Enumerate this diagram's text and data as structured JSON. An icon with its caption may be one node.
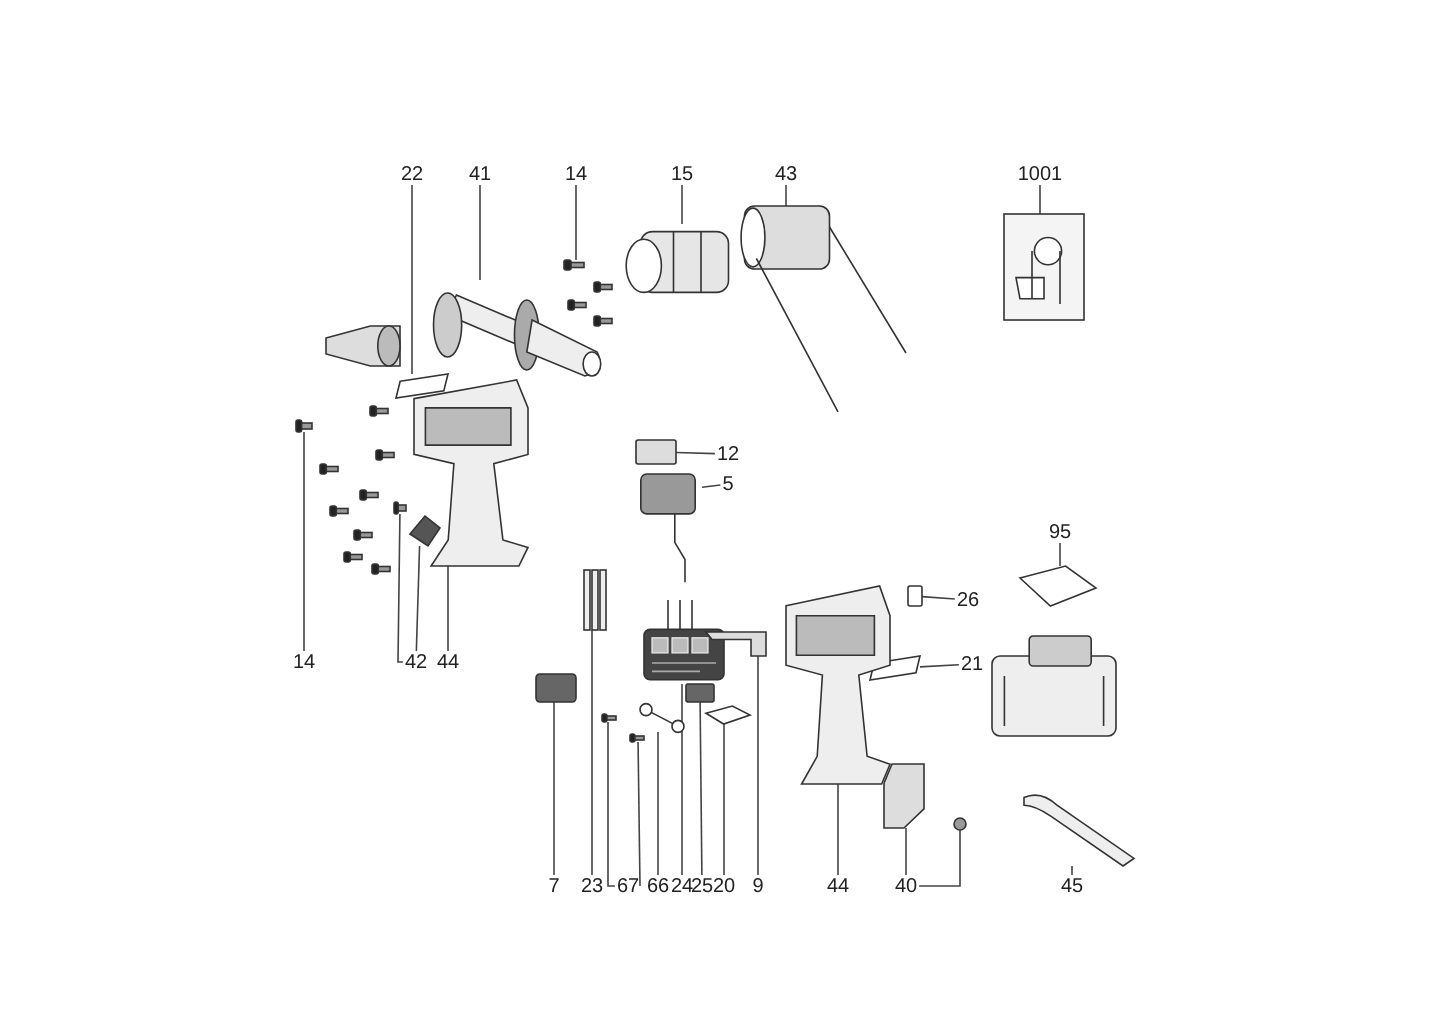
{
  "diagram": {
    "nodes": [
      {
        "text": [
          "22"
        ]
      },
      {
        "text": [],
        "shape": "bar"
      },
      {
        "text": [
          "41"
        ]
      },
      {
        "text": [],
        "shape": "picture"
      },
      {
        "text": [
          "14"
        ]
      },
      {
        "text": [],
        "shape": "picture"
      },
      {
        "text": [
          "15"
        ]
      },
      {
        "text": [],
        "shape": "picture"
      },
      {
        "text": [
          "43"
        ]
      },
      {
        "text": [],
        "shape": "picture"
      },
      {
        "text": [
          "1001"
        ]
      },
      {
        "text": [],
        "shape": "picture"
      },
      {
        "text": [
          "12"
        ]
      },
      {
        "text": [],
        "shape": "box"
      },
      {
        "text": [
          "5"
        ]
      },
      {
        "text": [],
        "shape": "picture"
      },
      {
        "text": [
          "95"
        ]
      },
      {
        "text": [],
        "shape": "picture"
      },
      {
        "text": [
          "26"
        ]
      },
      {
        "text": [],
        "shape": "box"
      },
      {
        "text": [
          "21"
        ]
      },
      {
        "text": [],
        "shape": "bar"
      },
      {
        "text": [
          "14"
        ]
      },
      {
        "text": [],
        "shape": "picture"
      },
      {
        "text": [
          "42"
        ]
      },
      {
        "text": [],
        "shape": "picture"
      },
      {
        "text": [],
        "shape": "picture"
      },
      {
        "text": [
          "44"
        ]
      },
      {
        "text": [],
        "shape": "picture"
      },
      {
        "text": [
          "7"
        ]
      },
      {
        "text": [],
        "shape": "picture"
      },
      {
        "text": [
          "23"
        ]
      },
      {
        "text": [],
        "shape": "picture"
      },
      {
        "text": [
          "67"
        ]
      },
      {
        "text": [],
        "shape": "picture"
      },
      {
        "text": [],
        "shape": "picture"
      },
      {
        "text": [
          "66"
        ]
      },
      {
        "text": [],
        "shape": "picture"
      },
      {
        "text": [
          "24"
        ]
      },
      {
        "text": [],
        "shape": "picture"
      },
      {
        "text": [
          "25"
        ]
      },
      {
        "text": [],
        "shape": "box"
      },
      {
        "text": [
          "20"
        ]
      },
      {
        "text": [],
        "shape": "picture"
      },
      {
        "text": [
          "9"
        ]
      },
      {
        "text": [],
        "shape": "picture"
      },
      {
        "text": [
          "44"
        ]
      },
      {
        "text": [],
        "shape": "picture"
      },
      {
        "text": [
          "40"
        ]
      },
      {
        "text": [],
        "shape": "picture"
      },
      {
        "text": [],
        "shape": "circle"
      },
      {
        "text": [
          "45"
        ]
      },
      {
        "text": [],
        "shape": "picture"
      }
    ],
    "edges": [
      {
        "from": 0,
        "to": 1,
        "arrow": "none"
      },
      {
        "from": 2,
        "to": 3,
        "arrow": "none"
      },
      {
        "from": 4,
        "to": 5,
        "arrow": "none"
      },
      {
        "from": 6,
        "to": 7,
        "arrow": "none"
      },
      {
        "from": 8,
        "to": 9,
        "arrow": "none"
      },
      {
        "from": 10,
        "to": 11,
        "arrow": "none"
      },
      {
        "from": 12,
        "to": 13,
        "arrow": "none"
      },
      {
        "from": 14,
        "to": 15,
        "arrow": "none"
      },
      {
        "from": 16,
        "to": 17,
        "arrow": "none"
      },
      {
        "from": 18,
        "to": 19,
        "arrow": "none"
      },
      {
        "from": 20,
        "to": 21,
        "arrow": "none"
      },
      {
        "from": 22,
        "to": 23,
        "arrow": "none"
      },
      {
        "from": 24,
        "to": 25,
        "arrow": "none"
      },
      {
        "from": 24,
        "to": 26,
        "arrow": "none"
      },
      {
        "from": 27,
        "to": 28,
        "arrow": "none"
      },
      {
        "from": 29,
        "to": 30,
        "arrow": "none"
      },
      {
        "from": 31,
        "to": 32,
        "arrow": "none"
      },
      {
        "from": 33,
        "to": 34,
        "arrow": "none"
      },
      {
        "from": 33,
        "to": 35,
        "arrow": "none"
      },
      {
        "from": 36,
        "to": 37,
        "arrow": "none"
      },
      {
        "from": 38,
        "to": 39,
        "arrow": "none"
      },
      {
        "from": 40,
        "to": 41,
        "arrow": "none"
      },
      {
        "from": 42,
        "to": 43,
        "arrow": "none"
      },
      {
        "from": 44,
        "to": 45,
        "arrow": "none"
      },
      {
        "from": 46,
        "to": 47,
        "arrow": "none"
      },
      {
        "from": 48,
        "to": 49,
        "arrow": "none"
      },
      {
        "from": 48,
        "to": 50,
        "arrow": "none"
      },
      {
        "from": 51,
        "to": 52,
        "arrow": "none"
      }
    ]
  }
}
